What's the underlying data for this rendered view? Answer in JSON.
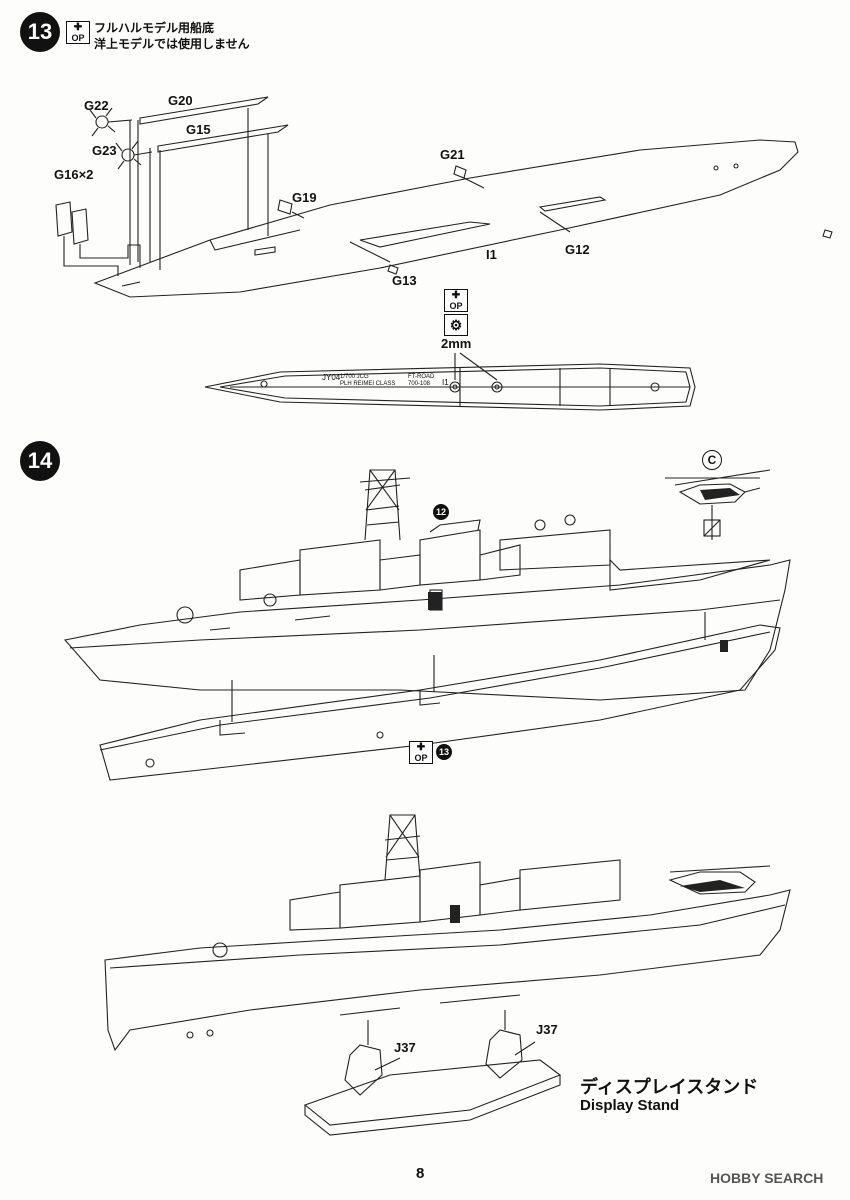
{
  "step13": {
    "number": "13",
    "op_label": "OP",
    "note_line1": "フルハルモデル用船底",
    "note_line2": "洋上モデルでは使用しません",
    "parts": [
      "G22",
      "G20",
      "G23",
      "G15",
      "G16×2",
      "G19",
      "G21",
      "G12",
      "G13",
      "I1"
    ],
    "screw_size": "2mm",
    "hull_text": {
      "code1": "JY04",
      "line1": "1/700 JCG",
      "line2": "PLH REIMEI CLASS",
      "brand": "FT-ROAD",
      "partno": "700-108",
      "id": "I1"
    }
  },
  "step14": {
    "number": "14",
    "ref_step": "12",
    "heli_marker": "C",
    "op_label": "OP",
    "op_ref": "13"
  },
  "stand": {
    "part_left": "J37",
    "part_right": "J37",
    "label_jp": "ディスプレイスタンド",
    "label_en": "Display Stand"
  },
  "page_number": "8",
  "watermark": "HOBBY SEARCH"
}
